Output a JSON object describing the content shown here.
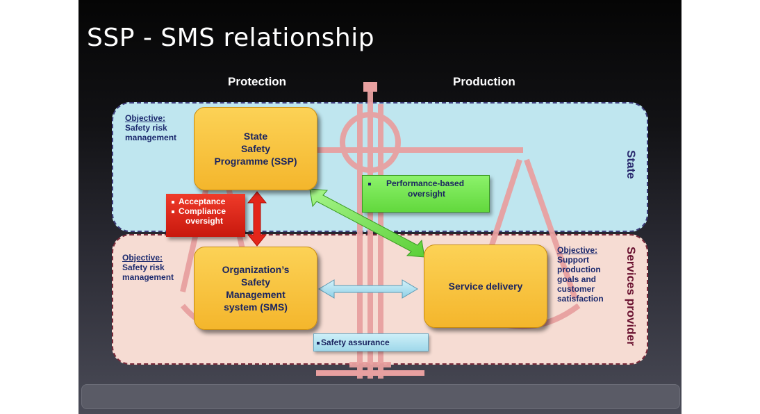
{
  "title": "SSP - SMS relationship",
  "columns": {
    "left": "Protection",
    "right": "Production"
  },
  "bands": {
    "state": "State",
    "services_provider": "Services provider"
  },
  "objectives": {
    "state": {
      "label": "Objective:",
      "lines": [
        "Safety risk",
        "management"
      ]
    },
    "provider_left": {
      "label": "Objective:",
      "lines": [
        "Safety risk",
        "management"
      ]
    },
    "provider_right": {
      "label": "Objective:",
      "lines": [
        "Support",
        "production",
        "goals and",
        "customer",
        "satisfaction"
      ]
    }
  },
  "boxes": {
    "ssp": [
      "State",
      "Safety",
      "Programme (SSP)"
    ],
    "sms": [
      "Organization’s",
      "Safety",
      "Management",
      "system (SMS)"
    ],
    "service": [
      "Service delivery"
    ]
  },
  "callouts": {
    "red": [
      "Acceptance",
      "Compliance",
      "oversight"
    ],
    "green": [
      "Performance-based",
      "oversight"
    ],
    "blue": "Safety assurance"
  },
  "colors": {
    "state_band": "#bfe6ef",
    "provider_band": "#f6dcd3",
    "box_fill": "#f4b62c",
    "scale": "#e8a0a0",
    "red_callout": "#e02a1c",
    "green_callout": "#7ee85a",
    "blue_callout": "#b6e3f0",
    "text_navy": "#1c2a6e",
    "text_maroon": "#6a1230"
  }
}
